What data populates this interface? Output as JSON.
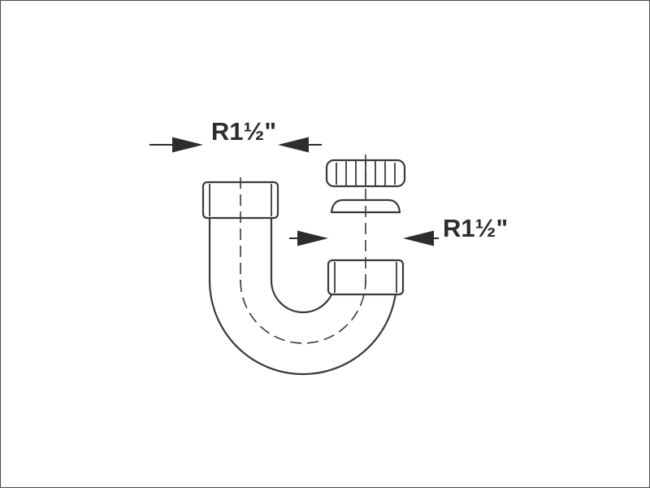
{
  "page": {
    "background": "#ffffff",
    "frame_border": "#4d4d4d"
  },
  "drawing": {
    "type": "technical-line-drawing",
    "subject": "J-bend pipe trap with slip nut and beveled washer",
    "line_color": "#3a3a3a",
    "dimension_color": "#2d2d2d",
    "labels": {
      "top_dimension": "R1½\"",
      "right_dimension": "R1½\""
    }
  }
}
